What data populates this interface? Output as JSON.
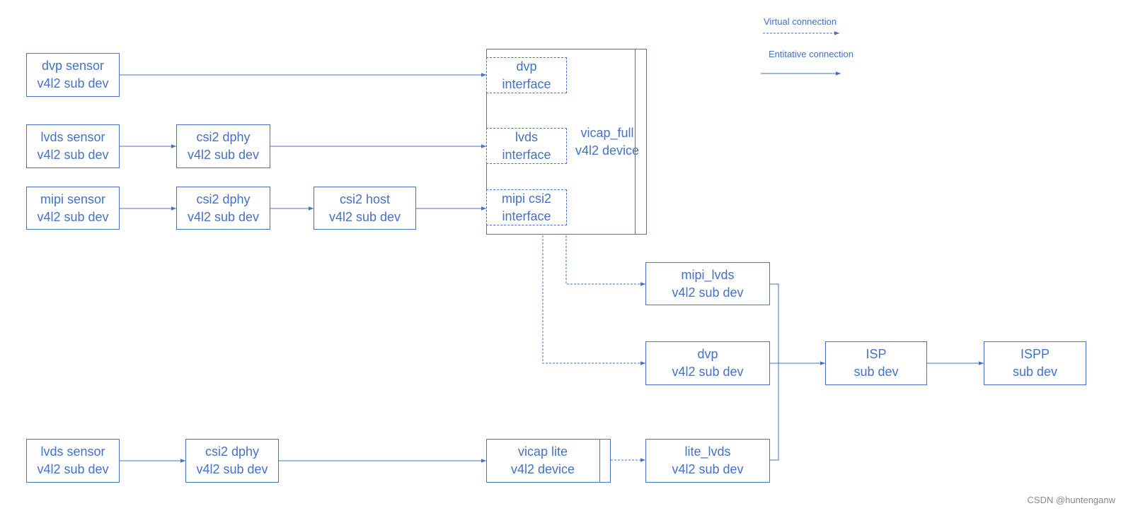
{
  "legend": {
    "virtual": "Virtual connection",
    "entitative": "Entitative connection"
  },
  "nodes": {
    "dvp_sensor": {
      "line1": "dvp sensor",
      "line2": "v4l2 sub dev"
    },
    "lvds_sensor": {
      "line1": "lvds sensor",
      "line2": "v4l2 sub dev"
    },
    "mipi_sensor": {
      "line1": "mipi sensor",
      "line2": "v4l2 sub dev"
    },
    "csi2_dphy_1": {
      "line1": "csi2 dphy",
      "line2": "v4l2 sub dev"
    },
    "csi2_dphy_2": {
      "line1": "csi2 dphy",
      "line2": "v4l2 sub dev"
    },
    "csi2_host": {
      "line1": "csi2 host",
      "line2": "v4l2 sub dev"
    },
    "dvp_interface": {
      "line1": "dvp",
      "line2": "interface"
    },
    "lvds_interface": {
      "line1": "lvds",
      "line2": "interface"
    },
    "mipi_interface": {
      "line1": "mipi csi2",
      "line2": "interface"
    },
    "vicap_full": {
      "line1": "vicap_full",
      "line2": "v4l2 device"
    },
    "mipi_lvds": {
      "line1": "mipi_lvds",
      "line2": "v4l2 sub dev"
    },
    "dvp_subdev": {
      "line1": "dvp",
      "line2": "v4l2 sub dev"
    },
    "isp": {
      "line1": "ISP",
      "line2": "sub dev"
    },
    "ispp": {
      "line1": "ISPP",
      "line2": "sub dev"
    },
    "lvds_sensor_2": {
      "line1": "lvds sensor",
      "line2": "v4l2 sub dev"
    },
    "csi2_dphy_3": {
      "line1": "csi2 dphy",
      "line2": "v4l2 sub dev"
    },
    "vicap_lite": {
      "line1": "vicap lite",
      "line2": "v4l2 device"
    },
    "lite_lvds": {
      "line1": "lite_lvds",
      "line2": "v4l2 sub dev"
    }
  },
  "watermark": "CSDN @huntenganw",
  "colors": {
    "line": "#4472c4",
    "watermark": "#8a8a8a"
  }
}
